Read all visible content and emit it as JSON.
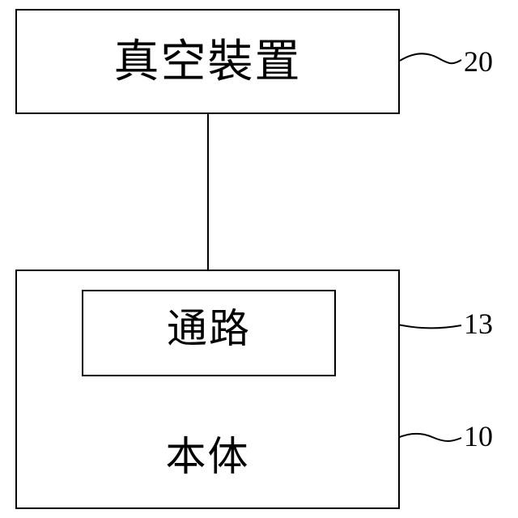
{
  "blocks": {
    "vacuum_device": "真空裝置",
    "channel": "通路",
    "body": "本体"
  },
  "reference_numerals": {
    "vacuum_device": "20",
    "channel": "13",
    "body": "10"
  }
}
